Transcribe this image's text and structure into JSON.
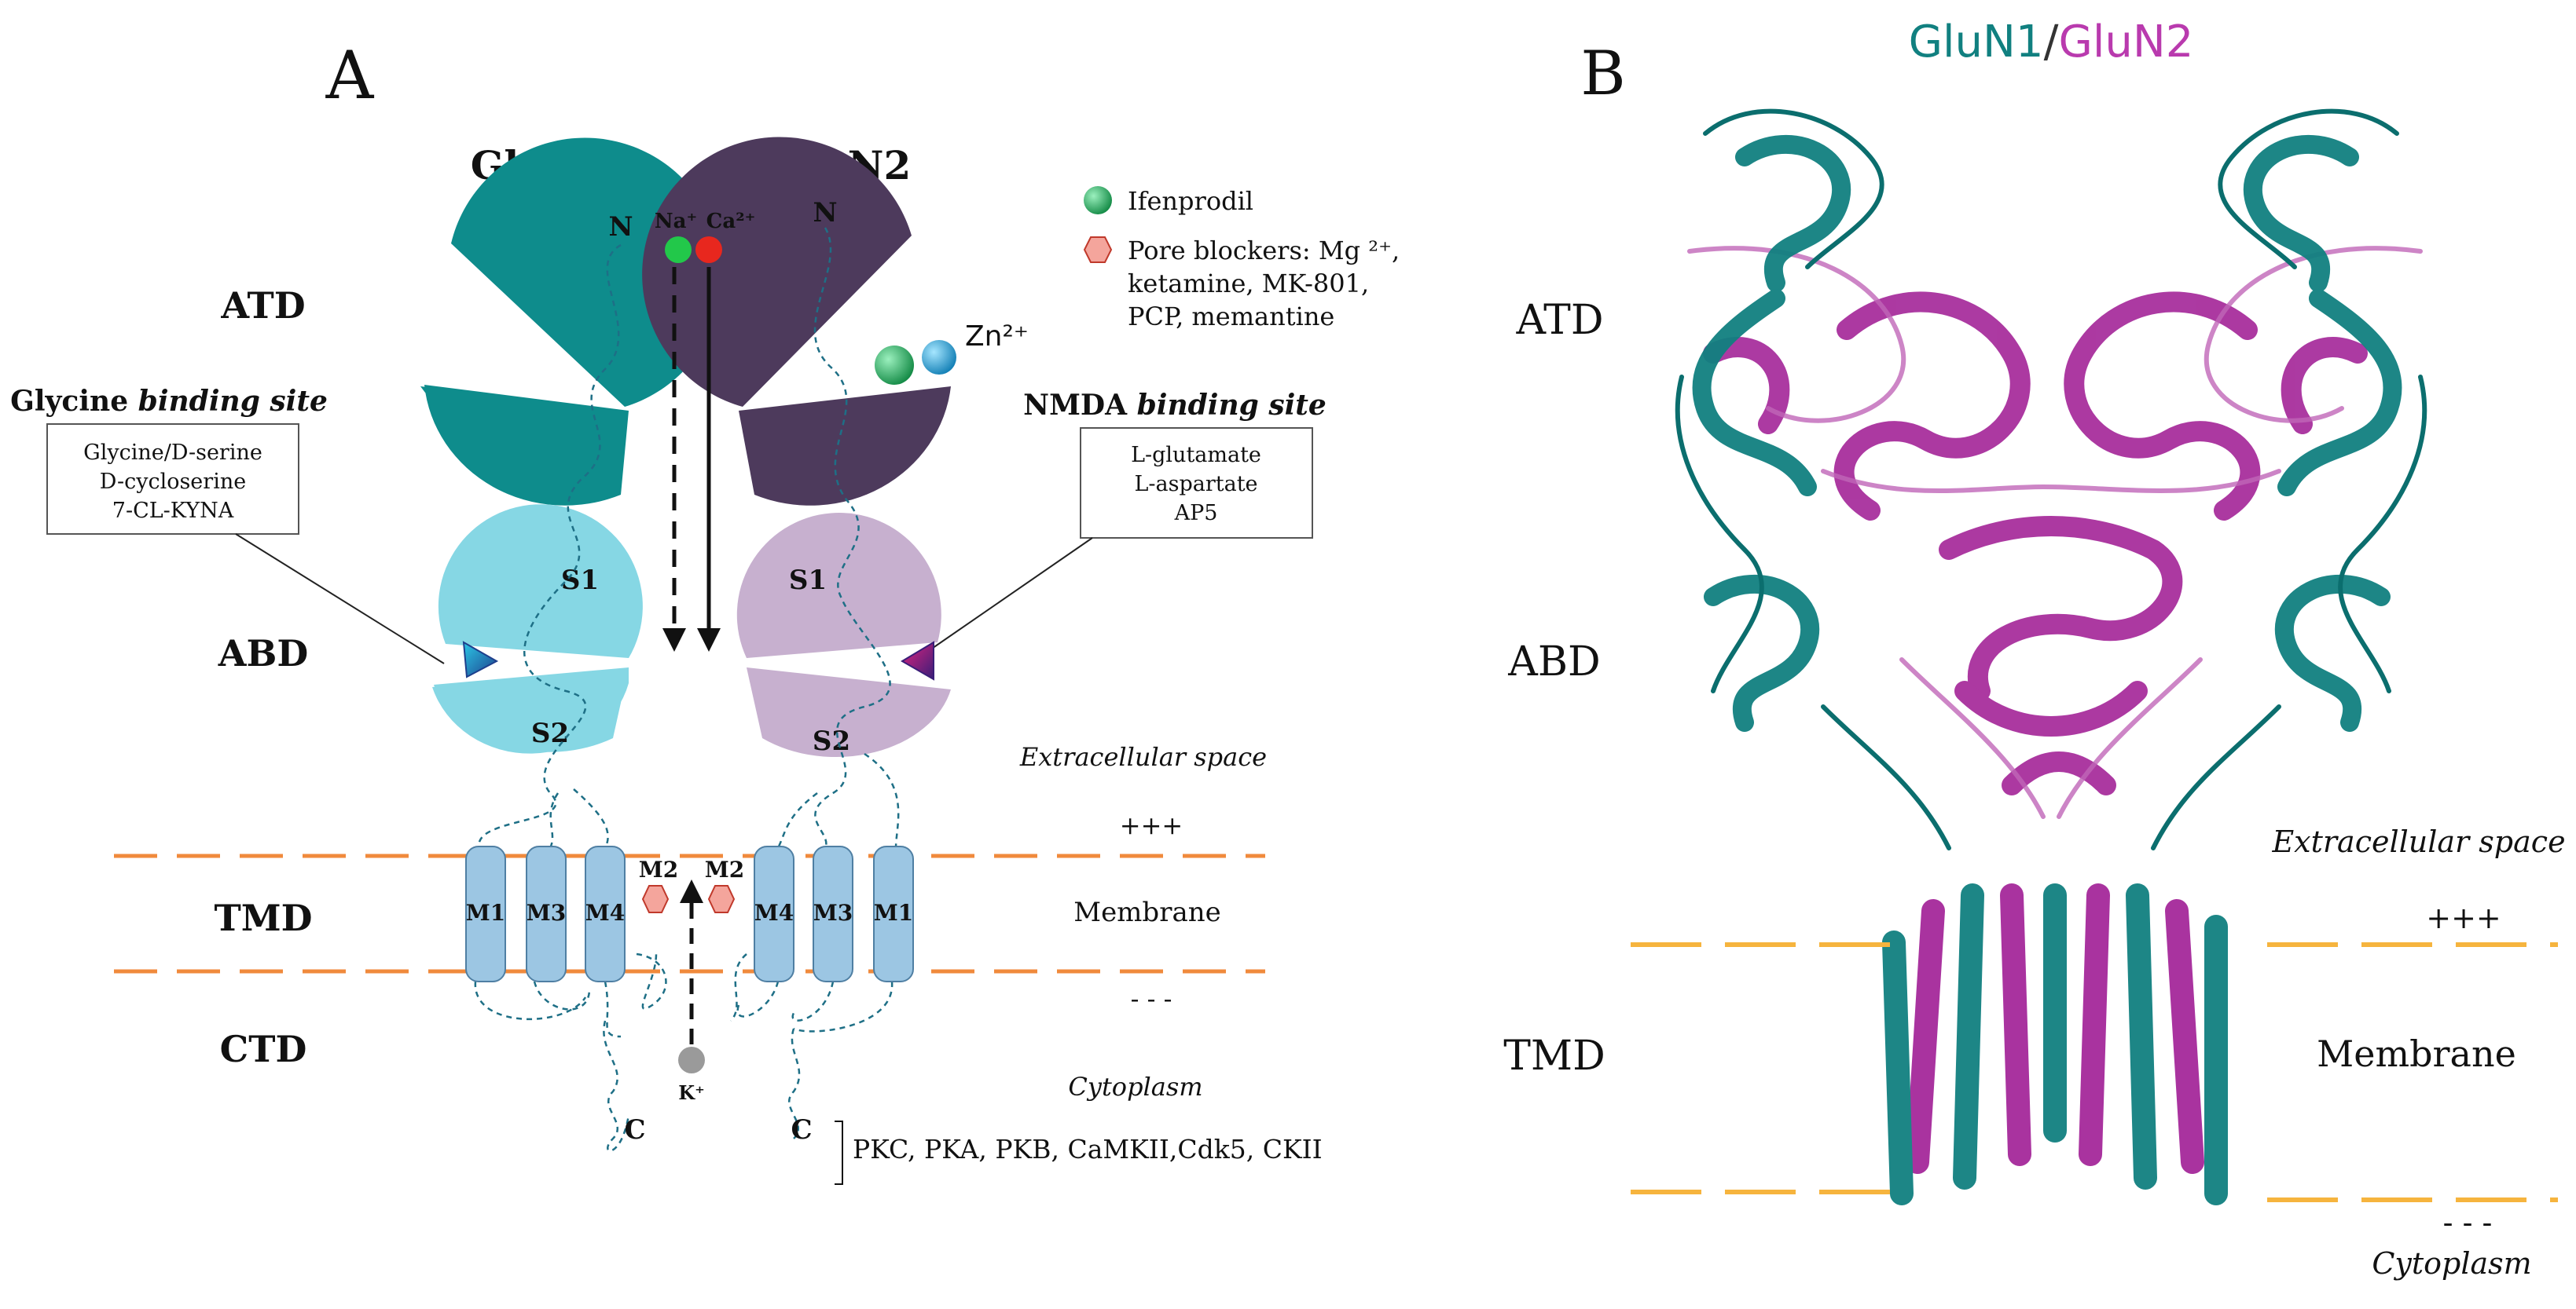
{
  "panel_a": {
    "panel_label": "A",
    "subunit1": "GluN1",
    "subunit2": "GluN2",
    "domain_atd": "ATD",
    "domain_abd": "ABD",
    "domain_tmd": "TMD",
    "domain_ctd": "CTD",
    "n_left": "N",
    "n_right": "N",
    "c_left": "C",
    "c_right": "C",
    "na": "Na⁺",
    "ca": "Ca²⁺",
    "k": "K⁺",
    "zn": "Zn²⁺",
    "s1": "S1",
    "s2": "S2",
    "helices_left": [
      "M1",
      "M3",
      "M4",
      "M2"
    ],
    "helices_right": [
      "M2",
      "M4",
      "M3",
      "M1"
    ],
    "glycine_site": {
      "title_plain": "Glycine",
      "title_italic": "binding site",
      "items": [
        "Glycine/D-serine",
        "D-cycloserine",
        "7-CL-KYNA"
      ]
    },
    "nmda_site": {
      "title_plain": "NMDA",
      "title_italic": "binding site",
      "items": [
        "L-glutamate",
        "L-aspartate",
        "AP5"
      ]
    },
    "legend": {
      "ifenprodil": "Ifenprodil",
      "pore_blockers": [
        "Pore blockers: Mg ²⁺,",
        "ketamine, MK-801,",
        "PCP, memantine"
      ]
    },
    "extracellular": "Extracellular space",
    "plus": "+++",
    "membrane": "Membrane",
    "minus": "- - -",
    "cytoplasm": "Cytoplasm",
    "kinases": "PKC, PKA, PKB, CaMKII,Cdk5, CKII"
  },
  "panel_b": {
    "panel_label": "B",
    "title_glun1": "GluN1",
    "title_sep": "/",
    "title_glun2": "GluN2",
    "domain_atd": "ATD",
    "domain_abd": "ABD",
    "domain_tmd": "TMD",
    "extracellular": "Extracellular space",
    "plus": "+++",
    "membrane": "Membrane",
    "minus": "- - -",
    "cytoplasm": "Cytoplasm"
  },
  "colors": {
    "glun1_teal": "#0E8C8C",
    "glun2_purple": "#4D3A5C",
    "abd_light_teal": "#86D7E4",
    "abd_light_purple": "#C7B0CF",
    "helix_blue": "#9CC6E3",
    "membrane_orange": "#F08A3C",
    "membrane_yellow": "#F6B43E",
    "ribbon_teal": "#118080",
    "ribbon_magenta": "#A5299A",
    "na_green": "#22C84A",
    "ca_red": "#E8271E",
    "zn_blue": "#1FA3D6",
    "ifenprodil_green": "#1E9A55",
    "k_gray": "#9A9A9A"
  }
}
